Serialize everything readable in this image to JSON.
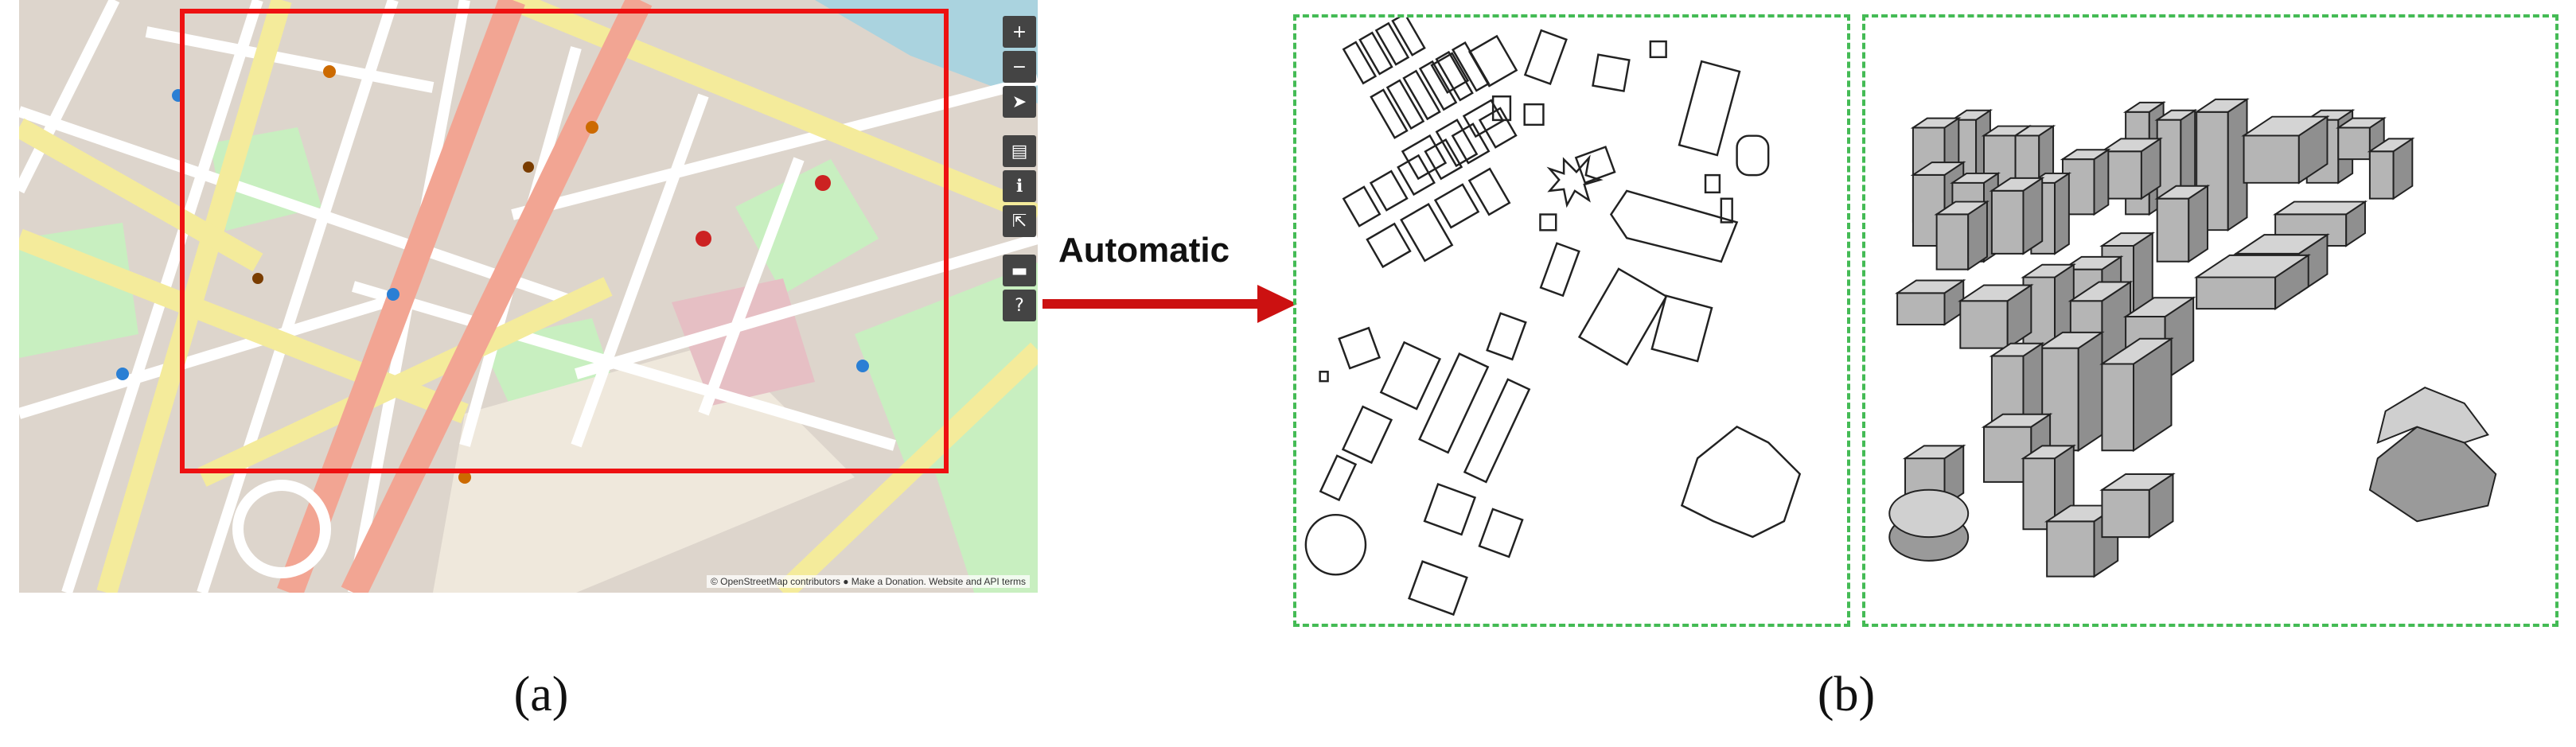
{
  "figure": {
    "arrow_label": "Automatic",
    "caption_a": "(a)",
    "caption_b": "(b)"
  },
  "map": {
    "attribution": "© OpenStreetMap contributors ● Make a Donation. Website and API terms",
    "controls": [
      "+",
      "−",
      "➤",
      "▤",
      "ℹ",
      "⇱",
      "▬",
      "?"
    ],
    "colors": {
      "background": "#ddd5cc",
      "main_road": "#f2a593",
      "secondary_road": "#f4eb9b",
      "minor_road": "#ffffff",
      "park": "#c8efc0",
      "water": "#aad3df",
      "selection": "#ee1111"
    }
  },
  "colors": {
    "panel_border": "#44bb55",
    "arrow": "#cc1111",
    "building_fill": "#a9a9a9"
  }
}
